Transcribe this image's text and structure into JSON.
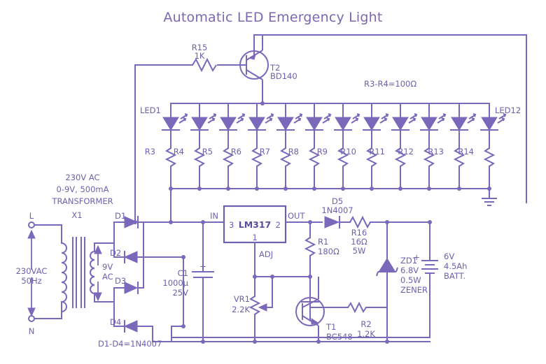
{
  "title": "Automatic LED Emergency Light",
  "notes": {
    "led_resistors": "R3-R4=100Ω",
    "bridge_diodes": "D1-D4=1N4007",
    "transformer_spec_1": "230V AC",
    "transformer_spec_2": "0-9V, 500mA",
    "transformer_spec_3": "TRANSFORMER"
  },
  "mains": {
    "line_label": "L",
    "neutral_label": "N",
    "source_line_1": "230VAC",
    "source_line_2": "50Hz"
  },
  "transformer": {
    "ref": "X1",
    "secondary_line_1": "9V",
    "secondary_line_2": "AC"
  },
  "bridge": {
    "diodes": [
      {
        "ref": "D1"
      },
      {
        "ref": "D2"
      },
      {
        "ref": "D3"
      },
      {
        "ref": "D4"
      }
    ]
  },
  "regulator": {
    "ref": "LM317",
    "pin_in_num": "3",
    "pin_out_num": "2",
    "pin_adj_num": "1",
    "pin_in_label": "IN",
    "pin_out_label": "OUT",
    "pin_adj_label": "ADJ"
  },
  "components": {
    "c1": {
      "ref": "C1",
      "value": "1000µ",
      "rating": "25V",
      "polarity": "+"
    },
    "vr1": {
      "ref": "VR1",
      "value": "2.2K"
    },
    "r1": {
      "ref": "R1",
      "value": "180Ω"
    },
    "r2": {
      "ref": "R2",
      "value": "1.2K"
    },
    "r15": {
      "ref": "R15",
      "value": "1K"
    },
    "r16": {
      "ref": "R16",
      "value": "16Ω",
      "rating": "5W"
    },
    "t1": {
      "ref": "T1",
      "part": "BC548"
    },
    "t2": {
      "ref": "T2",
      "part": "BD140"
    },
    "d5": {
      "ref": "D5",
      "part": "1N4007"
    },
    "zd1": {
      "ref": "ZD1",
      "value": "6.8V",
      "rating": "0.5W",
      "type": "ZENER"
    },
    "battery": {
      "voltage": "6V",
      "capacity": "4.5Ah",
      "label": "BATT.",
      "polarity": "+"
    }
  },
  "leds": {
    "first_label": "LED1",
    "last_label": "LED12",
    "count": 12
  },
  "led_resistors": [
    {
      "ref": "R3"
    },
    {
      "ref": "R4"
    },
    {
      "ref": "R5"
    },
    {
      "ref": "R6"
    },
    {
      "ref": "R7"
    },
    {
      "ref": "R8"
    },
    {
      "ref": "R9"
    },
    {
      "ref": "R10"
    },
    {
      "ref": "R11"
    },
    {
      "ref": "R12"
    },
    {
      "ref": "R13"
    },
    {
      "ref": "R14"
    }
  ],
  "colors": {
    "accent": "#7a68bb",
    "title": "#7b68b5",
    "label": "#6f5fae",
    "background": "#ffffff"
  }
}
